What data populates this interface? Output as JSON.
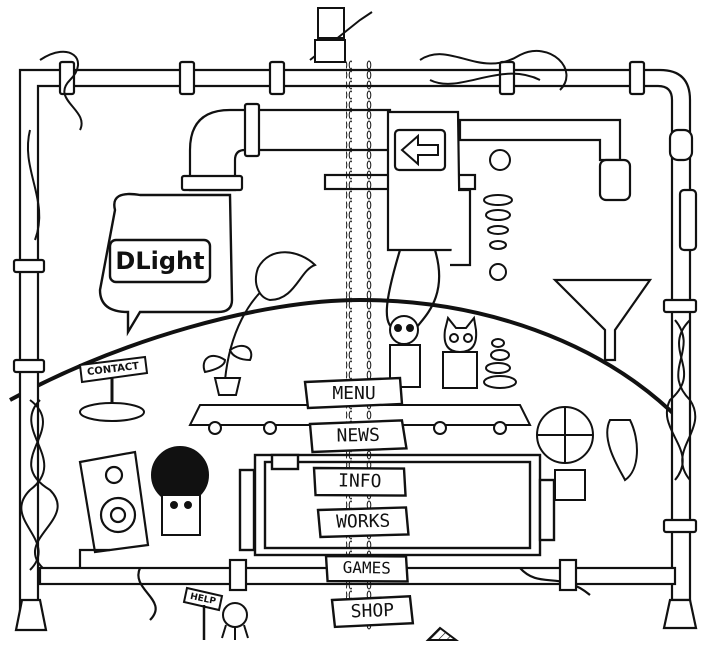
{
  "logo": {
    "text": "DLight"
  },
  "contact_sign": {
    "label": "CONTACT"
  },
  "help_sign": {
    "label": "HELP"
  },
  "menu": {
    "title": "MENU",
    "items": [
      {
        "label": "NEWS"
      },
      {
        "label": "INFO"
      },
      {
        "label": "WORKS"
      },
      {
        "label": "GAMES"
      },
      {
        "label": "SHOP"
      }
    ]
  },
  "icons": {
    "arrow_box": "left-arrow-icon"
  },
  "colors": {
    "ink": "#111111",
    "paper": "#ffffff",
    "shade": "#dddddd"
  }
}
